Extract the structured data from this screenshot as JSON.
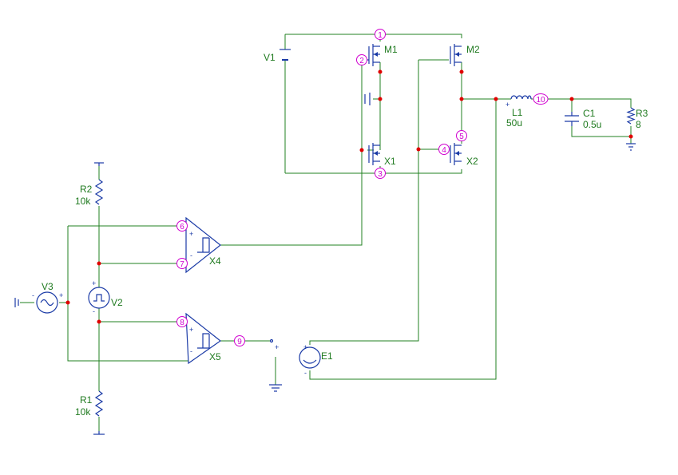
{
  "components": {
    "V1": {
      "ref": "V1"
    },
    "V2": {
      "ref": "V2"
    },
    "V3": {
      "ref": "V3"
    },
    "M1": {
      "ref": "M1"
    },
    "M2": {
      "ref": "M2"
    },
    "X1": {
      "ref": "X1"
    },
    "X2": {
      "ref": "X2"
    },
    "X4": {
      "ref": "X4"
    },
    "X5": {
      "ref": "X5"
    },
    "E1": {
      "ref": "E1"
    },
    "L1": {
      "ref": "L1",
      "value": "50u"
    },
    "C1": {
      "ref": "C1",
      "value": "0.5u"
    },
    "R1": {
      "ref": "R1",
      "value": "10k"
    },
    "R2": {
      "ref": "R2",
      "value": "10k"
    },
    "R3": {
      "ref": "R3",
      "value": "8"
    }
  },
  "nodes": {
    "n1": "1",
    "n2": "2",
    "n3": "3",
    "n4": "4",
    "n5": "5",
    "n6": "6",
    "n7": "7",
    "n8": "8",
    "n9": "9",
    "n10": "10"
  },
  "polarity": {
    "plus": "+",
    "minus": "-"
  },
  "colors": {
    "wire": "#208020",
    "component": "#1a3aa6",
    "node_dot": "#e00000",
    "node_label": "#d000d0",
    "text": "#1f7a1f"
  }
}
